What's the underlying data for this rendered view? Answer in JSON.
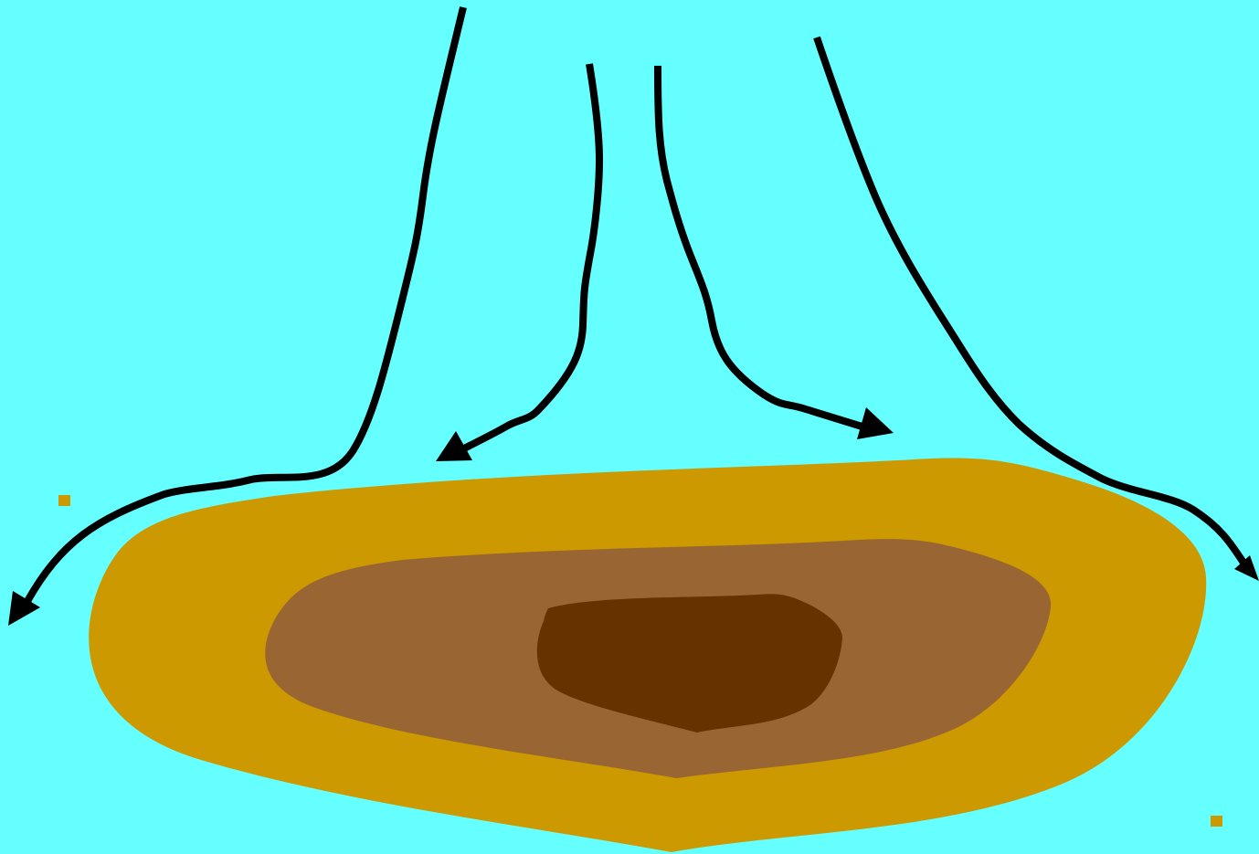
{
  "colors": {
    "background": "#66ffff",
    "outer_layer": "#cc9900",
    "middle_layer": "#996633",
    "inner_core": "#663300",
    "arrows": "#000000",
    "marker": "#cc9900"
  },
  "layers": [
    {
      "name": "outer-layer"
    },
    {
      "name": "middle-layer"
    },
    {
      "name": "inner-core"
    }
  ],
  "flow_arrows": [
    {
      "name": "far-left-flow-arrow",
      "direction": "down-then-left"
    },
    {
      "name": "inner-left-flow-arrow",
      "direction": "down-then-left"
    },
    {
      "name": "inner-right-flow-arrow",
      "direction": "down-then-right"
    },
    {
      "name": "far-right-flow-arrow",
      "direction": "down-then-right"
    }
  ],
  "markers": [
    {
      "name": "left-marker"
    },
    {
      "name": "bottom-right-marker"
    }
  ]
}
